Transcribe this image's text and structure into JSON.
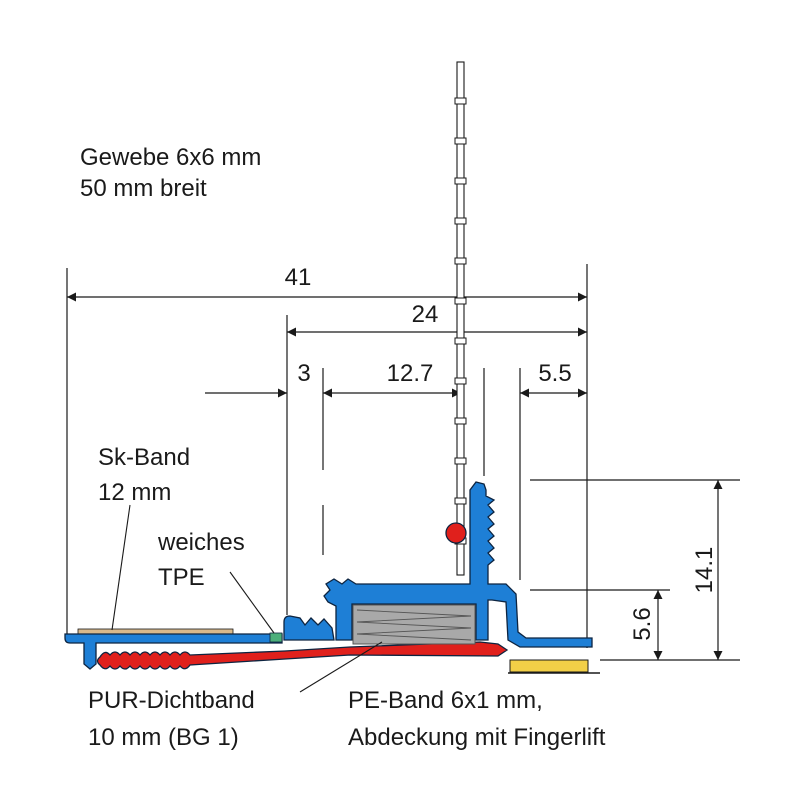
{
  "labels": {
    "gewebe_line1": "Gewebe 6x6 mm",
    "gewebe_line2": "50 mm breit",
    "sk_line1": "Sk-Band",
    "sk_line2": "12 mm",
    "tpe_line1": "weiches",
    "tpe_line2": "TPE",
    "pur_line1": "PUR-Dichtband",
    "pur_line2": "10 mm (BG 1)",
    "pe_line1": "PE-Band 6x1 mm,",
    "pe_line2": "Abdeckung mit Fingerlift"
  },
  "dimensions": {
    "overall_width": "41",
    "profile_width": "24",
    "clip_gap": "3",
    "mesh_offset": "12.7",
    "right_offset": "5.5",
    "total_height": "14.1",
    "base_height": "5.6"
  },
  "colors": {
    "profile": "#1e7fd6",
    "seal": "#e0201c",
    "foam": "#a9a9a9",
    "pe_band": "#f2cf47",
    "sk_band": "#d9b98b",
    "tpe": "#4caf7a"
  }
}
